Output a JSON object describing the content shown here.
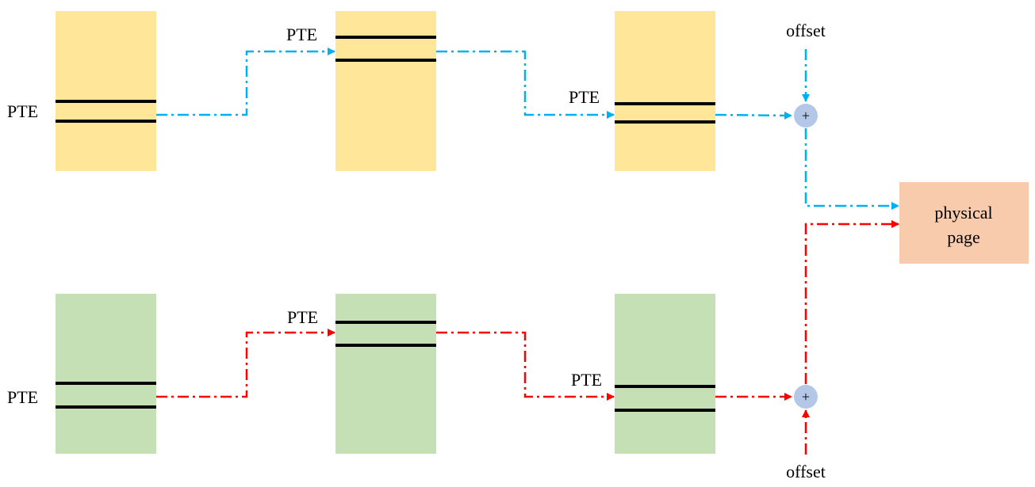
{
  "labels": {
    "pte": "PTE",
    "offset": "offset",
    "plus": "+",
    "physical_page_line1": "physical",
    "physical_page_line2": "page"
  },
  "colors": {
    "top_table_fill": "#FFE699",
    "bottom_table_fill": "#C5E0B4",
    "physical_page_fill": "#F8CBAD",
    "adder_fill": "#B4C7E7",
    "top_path": "#00B0F0",
    "bottom_path": "#FF0000",
    "entry_line": "#000000"
  }
}
